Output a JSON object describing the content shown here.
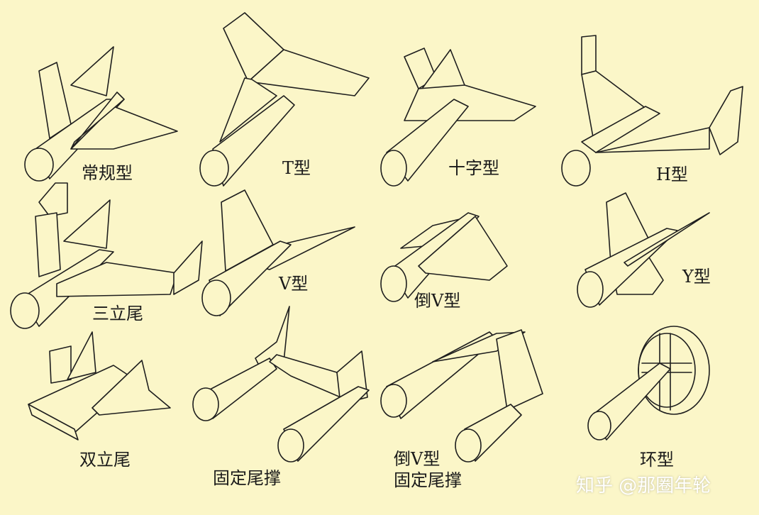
{
  "tail_types": [
    {
      "id": "conventional",
      "label": "常规型"
    },
    {
      "id": "t-tail",
      "label": "T型"
    },
    {
      "id": "cruciform",
      "label": "十字型"
    },
    {
      "id": "h-tail",
      "label": "H型"
    },
    {
      "id": "triple-tail",
      "label": "三立尾"
    },
    {
      "id": "v-tail",
      "label": "V型"
    },
    {
      "id": "inverted-v",
      "label": "倒V型"
    },
    {
      "id": "y-tail",
      "label": "Y型"
    },
    {
      "id": "twin-tail",
      "label": "双立尾"
    },
    {
      "id": "fixed-boom",
      "label": "固定尾撑"
    },
    {
      "id": "inverted-v-boom",
      "label": "倒V型\n固定尾撑"
    },
    {
      "id": "ring-tail",
      "label": "环型"
    }
  ],
  "watermark": "知乎 @那圈年轮",
  "colors": {
    "background": "#fbf6c8",
    "ink": "#1e1e1e"
  }
}
